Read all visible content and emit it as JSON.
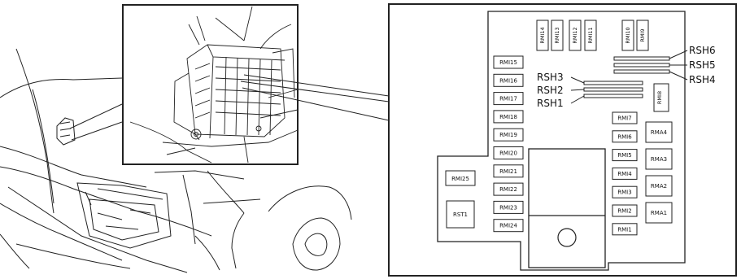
{
  "relays_left": [
    "RMI15",
    "RMI16",
    "RMI17",
    "RMI18",
    "RMI19",
    "RMI20",
    "RMI21",
    "RMI22",
    "RMI23",
    "RMI24"
  ],
  "relays_top": [
    "RMI14",
    "RMI13",
    "RMI12",
    "RMI11",
    "RMI10",
    "RMI9"
  ],
  "relays_right": [
    "RMI7",
    "RMI6",
    "RMI5",
    "RMI4",
    "RMI3",
    "RMI2",
    "RMI1"
  ],
  "relays_far_right": [
    "RMA4",
    "RMA3",
    "RMA2",
    "RMA1"
  ],
  "relay_rmi8": "RMI8",
  "relay_rmi25": "RMI25",
  "relay_rst1": "RST1",
  "shunts_right": [
    "RSH6",
    "RSH5",
    "RSH4"
  ],
  "shunts_left": [
    "RSH3",
    "RSH2",
    "RSH1"
  ],
  "colors": {
    "ink": "#111111",
    "paper": "#ffffff"
  }
}
